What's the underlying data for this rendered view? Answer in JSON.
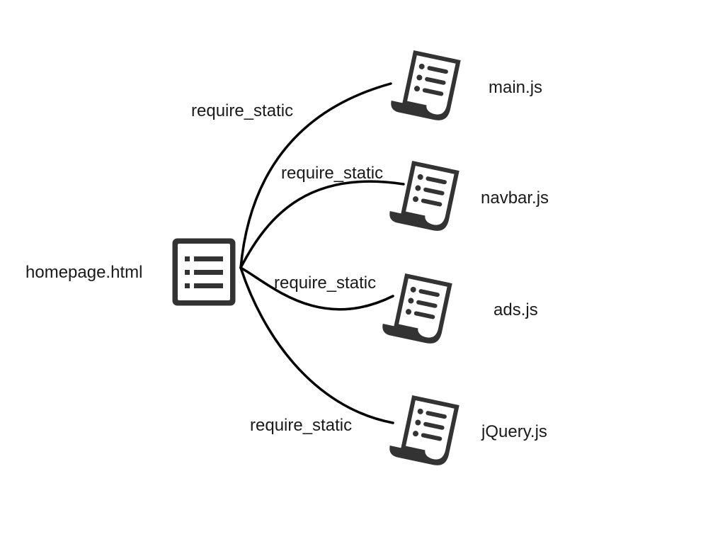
{
  "source": {
    "label": "homepage.html",
    "icon": "list-document-icon"
  },
  "targets": [
    {
      "label": "main.js",
      "icon": "scroll-document-icon",
      "edge_label": "require_static"
    },
    {
      "label": "navbar.js",
      "icon": "scroll-document-icon",
      "edge_label": "require_static"
    },
    {
      "label": "ads.js",
      "icon": "scroll-document-icon",
      "edge_label": "require_static"
    },
    {
      "label": "jQuery.js",
      "icon": "scroll-document-icon",
      "edge_label": "require_static"
    }
  ],
  "colors": {
    "line": "#000000",
    "icon": "#333333",
    "text": "#1a1a1a",
    "background": "#ffffff"
  }
}
